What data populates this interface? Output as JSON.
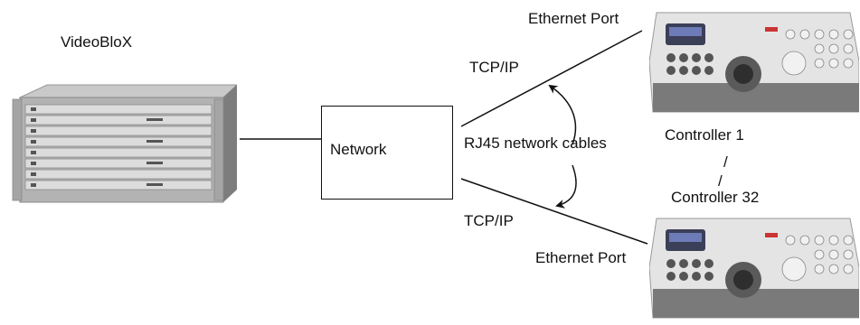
{
  "diagram": {
    "videoblox": {
      "label": "VideoBloX"
    },
    "network": {
      "label": "Network"
    },
    "links": {
      "upper_protocol": "TCP/IP",
      "lower_protocol": "TCP/IP",
      "upper_port": "Ethernet Port",
      "lower_port": "Ethernet Port",
      "cables": "RJ45 network cables"
    },
    "controllers": {
      "first": "Controller 1",
      "last": "Controller 32",
      "range_marks": [
        "/",
        "/"
      ]
    }
  }
}
